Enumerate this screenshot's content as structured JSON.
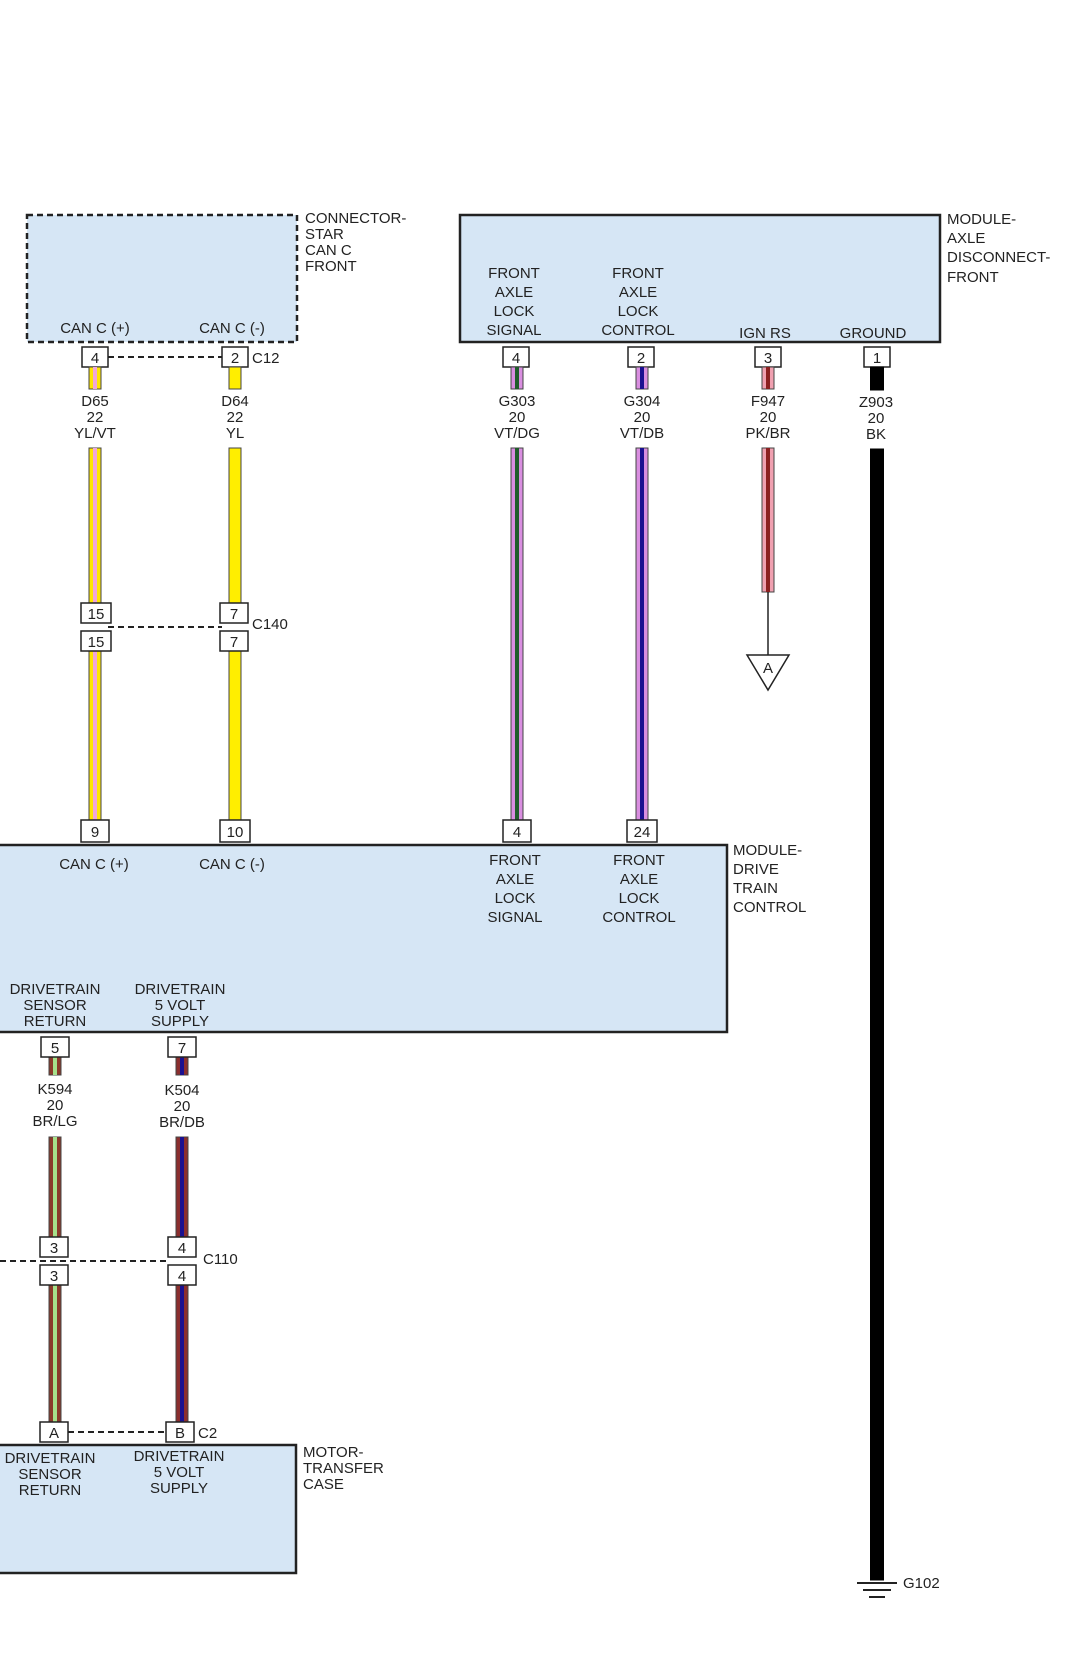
{
  "connector_star": {
    "title": [
      "CONNECTOR-",
      "STAR",
      "CAN C",
      "FRONT"
    ],
    "pin_label_1": "CAN C (+)",
    "pin_label_2": "CAN C (-)",
    "connector_id": "C12"
  },
  "module_axle": {
    "title": [
      "MODULE-",
      "AXLE",
      "DISCONNECT-",
      "FRONT"
    ],
    "labels": [
      [
        "FRONT",
        "AXLE",
        "LOCK",
        "SIGNAL"
      ],
      [
        "FRONT",
        "AXLE",
        "LOCK",
        "CONTROL"
      ],
      [
        "IGN RS"
      ],
      [
        "GROUND"
      ]
    ]
  },
  "module_dtc": {
    "title": [
      "MODULE-",
      "DRIVE",
      "TRAIN",
      "CONTROL"
    ],
    "top_labels": [
      [
        "CAN C (+)"
      ],
      [
        "CAN C (-)"
      ],
      [
        "FRONT",
        "AXLE",
        "LOCK",
        "SIGNAL"
      ],
      [
        "FRONT",
        "AXLE",
        "LOCK",
        "CONTROL"
      ]
    ],
    "bottom_labels": [
      [
        "DRIVETRAIN",
        "SENSOR",
        "RETURN"
      ],
      [
        "DRIVETRAIN",
        "5 VOLT",
        "SUPPLY"
      ]
    ]
  },
  "motor_transfer": {
    "title": [
      "MOTOR-",
      "TRANSFER",
      "CASE"
    ],
    "labels": [
      [
        "DRIVETRAIN",
        "SENSOR",
        "RETURN"
      ],
      [
        "DRIVETRAIN",
        "5 VOLT",
        "SUPPLY"
      ]
    ],
    "connector_id": "C2"
  },
  "inline_connectors": {
    "c140": "C140",
    "c110": "C110"
  },
  "ground_id": "G102",
  "offpage_ref": "A",
  "pins": {
    "c12_p1": "4",
    "c12_p2": "2",
    "c140_a1": "15",
    "c140_b1": "15",
    "c140_a2": "7",
    "c140_b2": "7",
    "dtc_p9": "9",
    "dtc_p10": "10",
    "dtc_p4": "4",
    "dtc_p24": "24",
    "axle_p4": "4",
    "axle_p2": "2",
    "axle_p3": "3",
    "axle_p1": "1",
    "dtc_p5": "5",
    "dtc_p7": "7",
    "c110_a1": "3",
    "c110_b1": "3",
    "c110_a2": "4",
    "c110_b2": "4",
    "c2_pA": "A",
    "c2_pB": "B"
  },
  "wires": [
    {
      "circuit": "D65",
      "gauge": "22",
      "color": "YL/VT",
      "base": "#ffe600",
      "stripe": "#f0a6d8"
    },
    {
      "circuit": "D64",
      "gauge": "22",
      "color": "YL",
      "base": "#ffee00",
      "stripe": ""
    },
    {
      "circuit": "G303",
      "gauge": "20",
      "color": "VT/DG",
      "base": "#d98ee0",
      "stripe": "#1f5c2a"
    },
    {
      "circuit": "G304",
      "gauge": "20",
      "color": "VT/DB",
      "base": "#d98ee0",
      "stripe": "#1a1090"
    },
    {
      "circuit": "F947",
      "gauge": "20",
      "color": "PK/BR",
      "base": "#f0a0b0",
      "stripe": "#8b2020"
    },
    {
      "circuit": "Z903",
      "gauge": "20",
      "color": "BK",
      "base": "#000000",
      "stripe": ""
    },
    {
      "circuit": "K594",
      "gauge": "20",
      "color": "BR/LG",
      "base": "#8b3a2a",
      "stripe": "#a6e08a"
    },
    {
      "circuit": "K504",
      "gauge": "20",
      "color": "BR/DB",
      "base": "#8b2e2e",
      "stripe": "#1a1090"
    }
  ]
}
